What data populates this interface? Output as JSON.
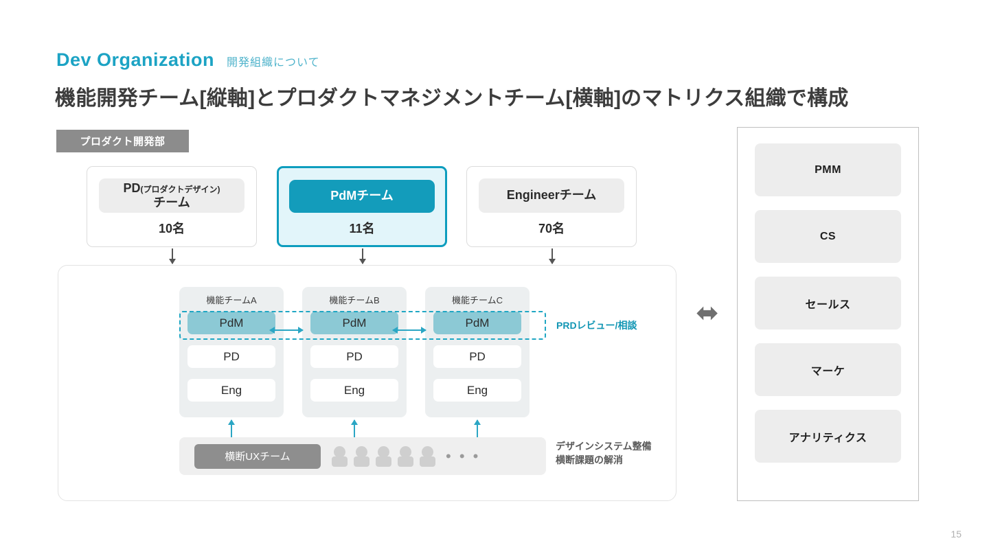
{
  "header": {
    "eyebrow_en": "Dev Organization",
    "eyebrow_jp": "開発組織について",
    "headline": "機能開発チーム[縦軸]とプロダクトマネジメントチーム[横軸]のマトリクス組織で構成",
    "accent_color": "#1CA3C4",
    "headline_color": "#3C3C3C"
  },
  "dept_badge": {
    "label": "プロダクト開発部",
    "background": "#8C8C8C",
    "text_color": "#FFFFFF"
  },
  "team_cards": [
    {
      "id": "pd",
      "pill_line_1": "PD",
      "pill_sub": "(プロダクトデザイン)",
      "pill_line_2": "チーム",
      "count": "10名",
      "highlighted": false
    },
    {
      "id": "pdm",
      "pill_line_1": "PdMチーム",
      "pill_sub": "",
      "pill_line_2": "",
      "count": "11名",
      "highlighted": true,
      "accent_color": "#139CBB",
      "card_background": "#E2F5FA",
      "card_border": "#0D9DBE"
    },
    {
      "id": "eng",
      "pill_line_1": "Engineerチーム",
      "pill_sub": "",
      "pill_line_2": "",
      "count": "70名",
      "highlighted": false
    }
  ],
  "matrix": {
    "columns": [
      {
        "title": "機能チームA",
        "roles": [
          "PdM",
          "PD",
          "Eng"
        ]
      },
      {
        "title": "機能チームB",
        "roles": [
          "PdM",
          "PD",
          "Eng"
        ]
      },
      {
        "title": "機能チームC",
        "roles": [
          "PdM",
          "PD",
          "Eng"
        ]
      }
    ],
    "pdm_cell_color": "#8CC9D5",
    "prd_band_label": "PRDレビュー/相談",
    "prd_band_color": "#1EA6C3",
    "ux_team_label": "横断UXチーム",
    "people_count": 5,
    "people_ellipsis": "• • •",
    "ux_note_line_1": "デザインシステム整備",
    "ux_note_line_2": "横断課題の解消"
  },
  "connector": {
    "glyph": "⬌",
    "color": "#6F6F6F"
  },
  "right_panel": {
    "items": [
      {
        "label": "PMM"
      },
      {
        "label": "CS"
      },
      {
        "label": "セールス"
      },
      {
        "label": "マーケ"
      },
      {
        "label": "アナリティクス"
      }
    ],
    "item_background": "#EDEDED",
    "border_color": "#BFBFBF"
  },
  "footer": {
    "page_number": "15"
  }
}
